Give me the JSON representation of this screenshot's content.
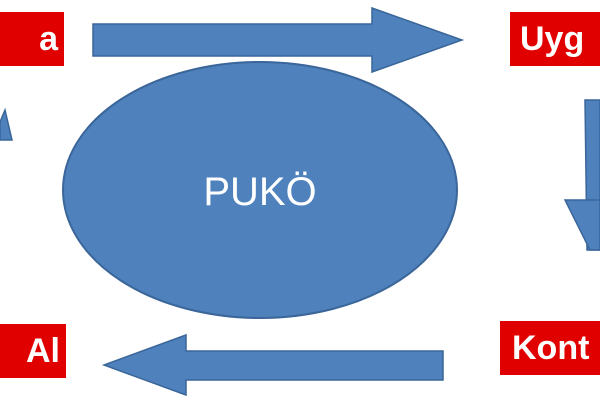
{
  "diagram": {
    "center_label": "PUKÖ",
    "boxes": {
      "top_left": "a",
      "top_right": "Uyg",
      "bottom_right": "Kont",
      "bottom_left": "Al"
    },
    "colors": {
      "box_fill": "#e00000",
      "shape_fill": "#4f81bd",
      "shape_stroke": "#3a6699"
    }
  }
}
